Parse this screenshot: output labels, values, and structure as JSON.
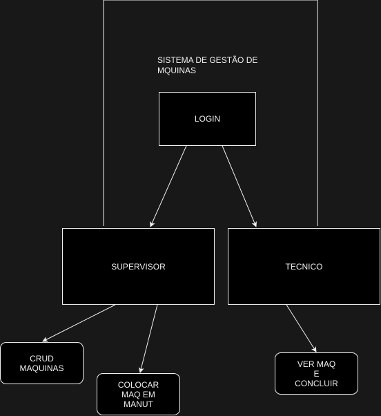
{
  "system": {
    "title": "SISTEMA DE GESTÃO DE MQUINAS"
  },
  "nodes": {
    "login": "LOGIN",
    "supervisor": "SUPERVISOR",
    "tecnico": "TECNICO",
    "crud": "CRUD\nMAQUINAS",
    "colocar": "COLOCAR\nMAQ EM\nMANUT",
    "ver": "VER MAQ\nE\nCONCLUIR"
  },
  "colors": {
    "background": "#181818",
    "node_fill": "#000000",
    "stroke": "#f0f0f0"
  }
}
